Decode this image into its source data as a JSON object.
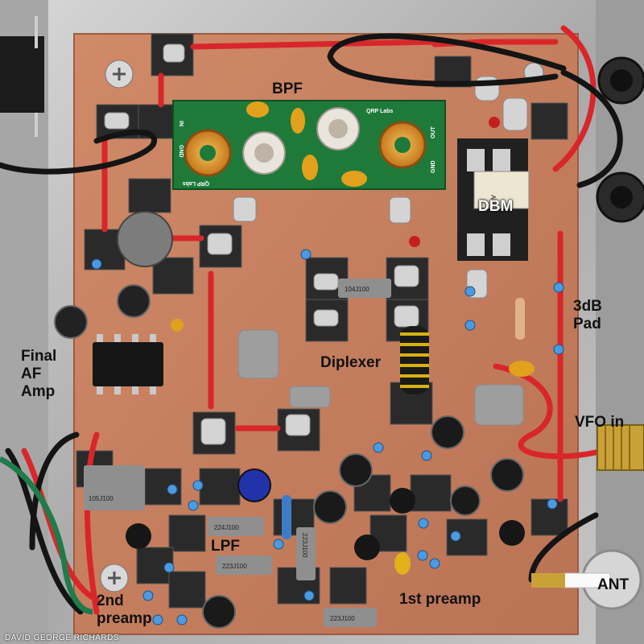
{
  "labels": {
    "bpf": "BPF",
    "dbm": "DBM",
    "pad": "3dB\nPad",
    "diplexer": "Diplexer",
    "final_af_amp": "Final\nAF\nAmp",
    "vfo_in": "VFO in",
    "lpf": "LPF",
    "ant": "ANT",
    "first_preamp": "1st preamp",
    "second_preamp": "2nd\npreamp"
  },
  "silkscreen": {
    "bpf_in": "IN",
    "bpf_gnd": "GND",
    "bpf_out": "OUT",
    "brand": "QRP Labs",
    "mixer_part": "ADE-1"
  },
  "component_markings": {
    "cap_diplexer": "104J100",
    "cap_final": "105J100",
    "cap_lpf_1": "224J100",
    "cap_lpf_2": "223J100",
    "cap_lpf_3": "223J100",
    "cap_bottom": "223J100"
  },
  "credit": "DAVID GEORGE RICHARDS",
  "colors": {
    "enclosure": "#b9b9b9",
    "copper_board": "#c9805f",
    "bpf_board": "#1f7a3a",
    "solder_pad": "#d9d9d9",
    "wire_red": "#d8262b",
    "wire_black": "#141414"
  }
}
